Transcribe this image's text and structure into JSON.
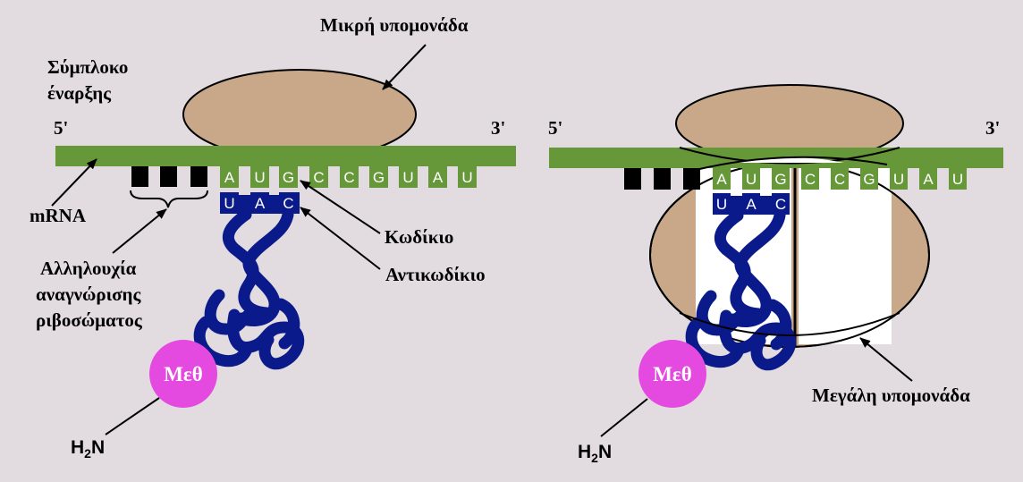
{
  "colors": {
    "background": "#e2dce0",
    "mrna": "#66983a",
    "subunit": "#c8a888",
    "trna": "#0b1a8a",
    "methionine": "#e54ae0",
    "codon_box": "#66983a",
    "anticodon_box": "#0b1a8a"
  },
  "left_panel": {
    "small_subunit_label": "Μικρή υπομονάδα",
    "initiation_complex_label_line1": "Σύμπλοκο",
    "initiation_complex_label_line2": "έναρξης",
    "five_prime": "5'",
    "three_prime": "3'",
    "mrna_label": "mRNA",
    "codon_label": "Κωδίκιο",
    "anticodon_label": "Αντικωδίκιο",
    "recognition_label_line1": "Αλληλουχία",
    "recognition_label_line2": "αναγνώρισης",
    "recognition_label_line3": "ριβοσώματος",
    "methionine_label": "Μεθ",
    "amino_group_label": "H2N",
    "mrna_bases": [
      "A",
      "U",
      "G",
      "C",
      "C",
      "G",
      "U",
      "A",
      "U"
    ],
    "anticodon_bases": [
      "U",
      "A",
      "C"
    ]
  },
  "right_panel": {
    "five_prime": "5'",
    "three_prime": "3'",
    "large_subunit_label": "Μεγάλη υπομονάδα",
    "methionine_label": "Μεθ",
    "amino_group_label": "H2N",
    "mrna_bases": [
      "A",
      "U",
      "G",
      "C",
      "C",
      "G",
      "U",
      "A",
      "U"
    ],
    "anticodon_bases": [
      "U",
      "A",
      "C"
    ]
  }
}
